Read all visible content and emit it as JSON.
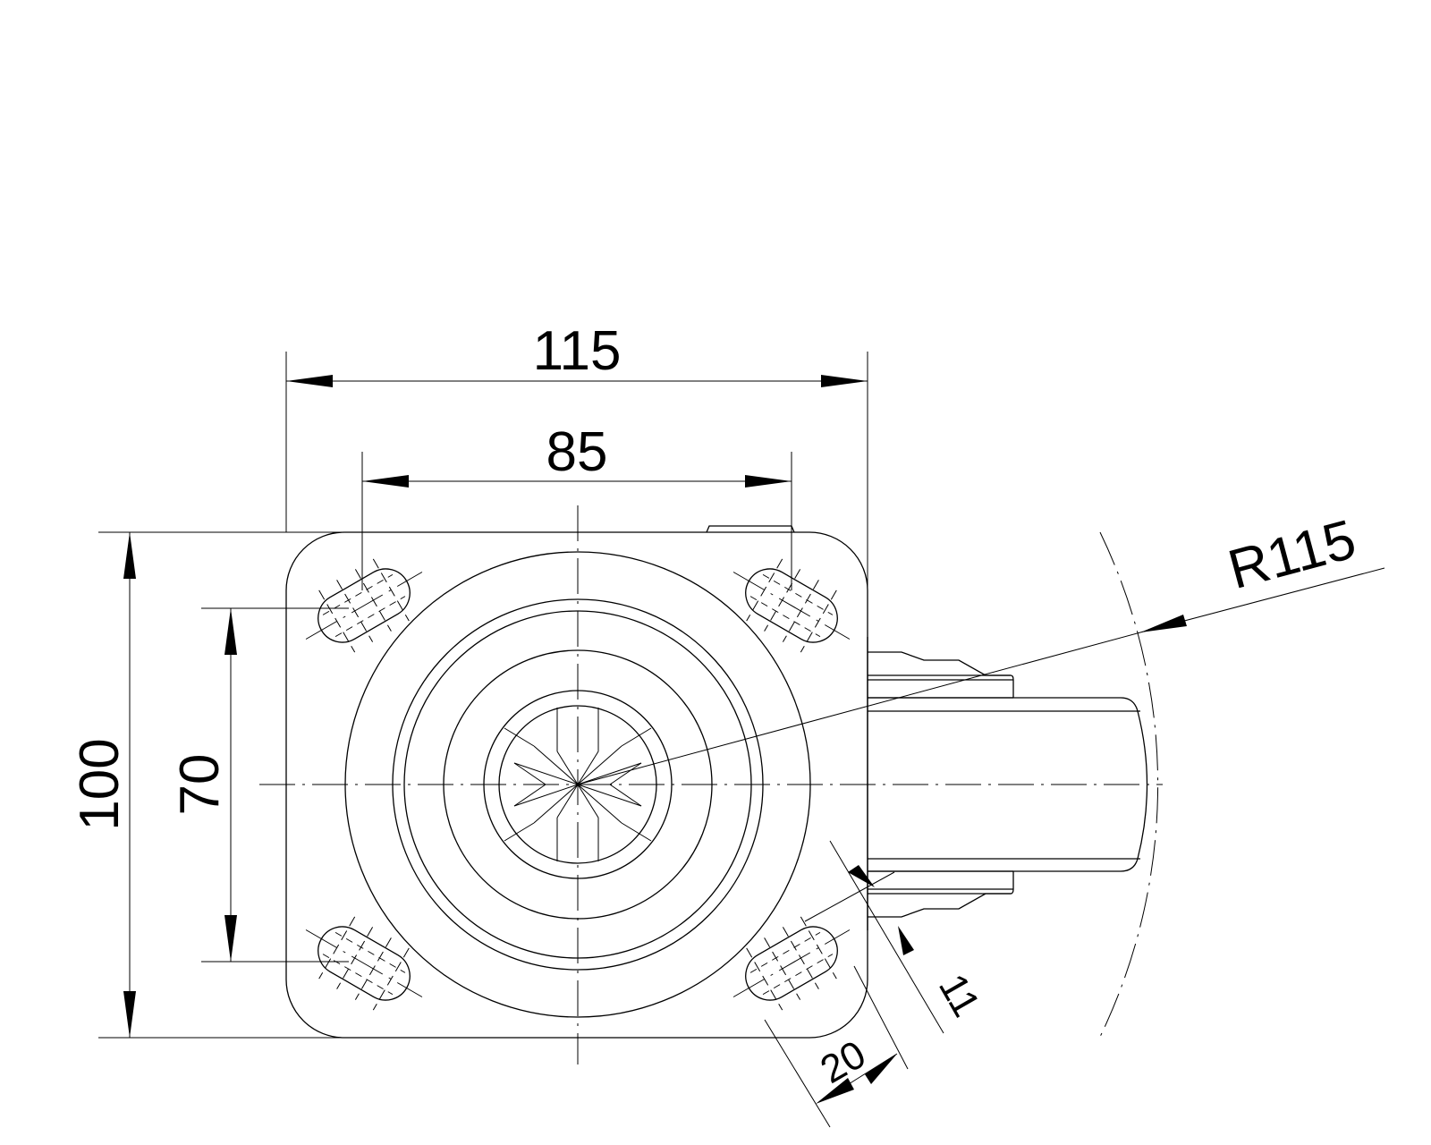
{
  "drawing": {
    "title": "Swivel castor top plate – top view",
    "dimensions": {
      "plate_width": "115",
      "hole_spacing_x": "85",
      "plate_length": "100",
      "hole_spacing_y": "70",
      "swivel_radius": "R115",
      "slot_length": "20",
      "slot_width": "11"
    },
    "line_color": "#000000",
    "background": "#ffffff"
  }
}
